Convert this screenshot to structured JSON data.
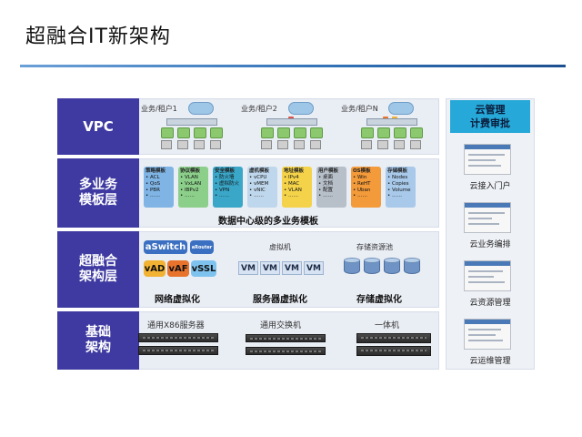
{
  "title": "超融合IT新架构",
  "rows": {
    "vpc": "VPC",
    "template_line1": "多业务",
    "template_line2": "模板层",
    "hci_line1": "超融合",
    "hci_line2": "架构层",
    "base_line1": "基础",
    "base_line2": "架构"
  },
  "vpc": {
    "tenants": [
      "业务/租户1",
      "业务/租户2",
      "业务/租户N"
    ]
  },
  "templates": {
    "caption": "数据中心级的多业务模板",
    "cards": [
      {
        "title": "策略模板",
        "items": [
          "• ACL",
          "• QoS",
          "• PBR",
          "• ……"
        ],
        "color": "#7fb4e4"
      },
      {
        "title": "协议模板",
        "items": [
          "• VLAN",
          "• VxLAN",
          "• IBPv2",
          "• ……"
        ],
        "color": "#8ccf8a"
      },
      {
        "title": "安全模板",
        "items": [
          "• 防火墙",
          "• 虚拟防火",
          "• VPN",
          "• ……"
        ],
        "color": "#3aa7c9"
      },
      {
        "title": "虚机模板",
        "items": [
          "• vCPU",
          "• vMEM",
          "• vNIC",
          "• ……"
        ],
        "color": "#bfd7ec"
      },
      {
        "title": "地址模板",
        "items": [
          "• IPv4",
          "• MAC",
          "• VLAN",
          "• ……"
        ],
        "color": "#f4d34a"
      },
      {
        "title": "用户模板",
        "items": [
          "• 桌面",
          "• 文档",
          "• 配置",
          "• ……"
        ],
        "color": "#b7bfc9"
      },
      {
        "title": "OS模板",
        "items": [
          "• Win",
          "• ReHT",
          "• Uban",
          "• ……"
        ],
        "color": "#f39a3a"
      },
      {
        "title": "存储模板",
        "items": [
          "• Nodes",
          "• Copies",
          "• Volume",
          "• ……"
        ],
        "color": "#a8c9ea"
      }
    ]
  },
  "hci": {
    "net_items": {
      "aswitch": "aSwitch",
      "arouter": "aRouter",
      "vad": "vAD",
      "vaf": "vAF",
      "vssl": "vSSL"
    },
    "vm_label": "虚拟机",
    "vms": [
      "VM",
      "VM",
      "VM",
      "VM"
    ],
    "storage_label": "存储资源池",
    "caption_net": "网络虚拟化",
    "caption_server": "服务器虚拟化",
    "caption_storage": "存储虚拟化"
  },
  "base": {
    "items": [
      "通用X86服务器",
      "通用交换机",
      "一体机"
    ]
  },
  "right": {
    "title_line1": "云管理",
    "title_line2": "计费审批",
    "items": [
      "云接入门户",
      "云业务编排",
      "云资源管理",
      "云运维管理"
    ]
  },
  "colors": {
    "row_label": "#3f3aa1",
    "mgmt_title": "#26a8d8",
    "aswitch": "#3b6fc1",
    "vad": "#f2b233",
    "vaf": "#e8732c",
    "vssl": "#7ec3ef"
  }
}
